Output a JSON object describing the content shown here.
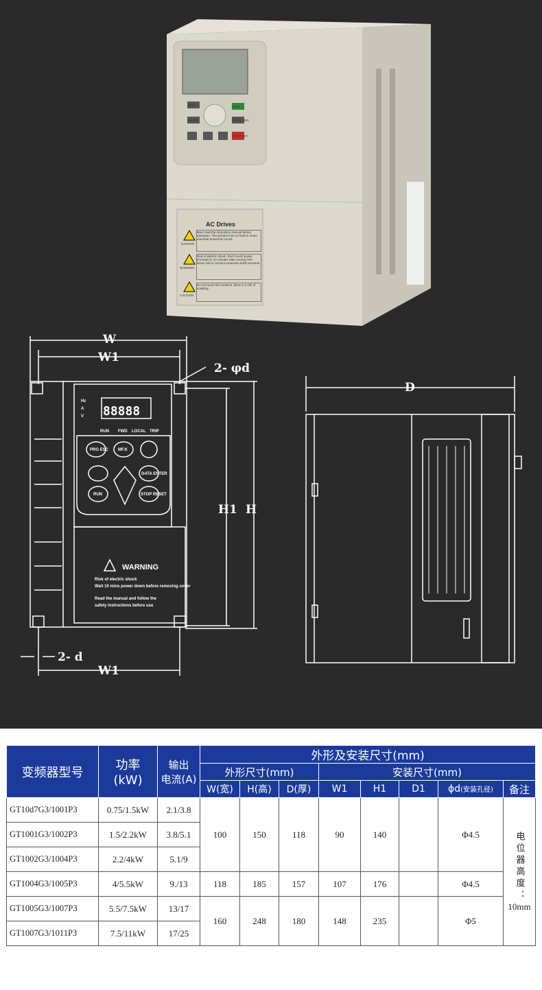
{
  "product": {
    "label_title": "AC Drives",
    "warnings": [
      {
        "tag": "DANGER",
        "text": "Must read the instruction manual before operation. This product has no built-in motor overheat protection circuit."
      },
      {
        "tag": "WARNING",
        "text": "Risk of electric shock. Don't touch power terminal for 10 minutes after turning OFF. Never fail to connect protective Earth terminal."
      },
      {
        "tag": "CAUTION",
        "text": "Do not touch the heatsink, there is a risk of scalding."
      }
    ],
    "keys": [
      "PRG",
      "RUN",
      "ENTER",
      "QUICK JOG",
      "STOP RST"
    ]
  },
  "diagram": {
    "front": {
      "W": "W",
      "W1_top": "W1",
      "hole": "2- φd",
      "H1": "H1",
      "H": "H",
      "d": "2- d",
      "W1_bottom": "W1"
    },
    "side": {
      "D": "D"
    },
    "keypad": {
      "display": "88888",
      "left_leds": [
        "Hz",
        "A",
        "V"
      ],
      "status_leds": [
        "RUN",
        "FWD",
        "LOCAL",
        "TRIP"
      ],
      "buttons": [
        "PRG ESC",
        "MF.K",
        "DATA ENTER",
        "RUN",
        "STOP RESET"
      ],
      "warning_title": "WARNING",
      "warning_lines": [
        "Risk of electric shock",
        "Wait 10 mins power down before removing cover",
        "Read the manual and follow the",
        "safety instructions before use"
      ]
    }
  },
  "table": {
    "headers": {
      "model": "变频器型号",
      "power": "功率\n(kW)",
      "power_l1": "功率",
      "power_l2": "(kW)",
      "current_l1": "输出",
      "current_l2": "电流(A)",
      "dims": "外形及安装尺寸(mm)",
      "outer": "外形尺寸(mm)",
      "mount": "安装尺寸(mm)",
      "W": "W(宽)",
      "H": "H(高)",
      "D": "D(厚)",
      "W1": "W1",
      "H1": "H1",
      "D1": "D1",
      "phid": "ϕd",
      "phid_sub": "(安装孔径)",
      "note": "备注"
    },
    "rows": [
      {
        "model": "GT10d7G3/1001P3",
        "power": "0.75/1.5kW",
        "current": "2.1/3.8"
      },
      {
        "model": "GT1001G3/1002P3",
        "power": "1.5/2.2kW",
        "current": "3.8/5.1"
      },
      {
        "model": "GT1002G3/1004P3",
        "power": "2.2/4kW",
        "current": "5.1/9"
      },
      {
        "model": "GT1004G3/1005P3",
        "power": "4/5.5kW",
        "current": "9./13"
      },
      {
        "model": "GT1005G3/1007P3",
        "power": "5.5/7.5kW",
        "current": "13/17"
      },
      {
        "model": "GT1007G3/1011P3",
        "power": "7.5/11kW",
        "current": "17/25"
      }
    ],
    "groups": [
      {
        "W": "100",
        "H": "150",
        "D": "118",
        "W1": "90",
        "H1": "140",
        "D1": "",
        "phid": "Φ4.5"
      },
      {
        "W": "118",
        "H": "185",
        "D": "157",
        "W1": "107",
        "H1": "176",
        "D1": "",
        "phid": "Φ4.5"
      },
      {
        "W": "160",
        "H": "248",
        "D": "180",
        "W1": "148",
        "H1": "235",
        "D1": "",
        "phid": "Φ5"
      }
    ],
    "note_vertical": "电位器高度：",
    "note_value": "10mm"
  }
}
